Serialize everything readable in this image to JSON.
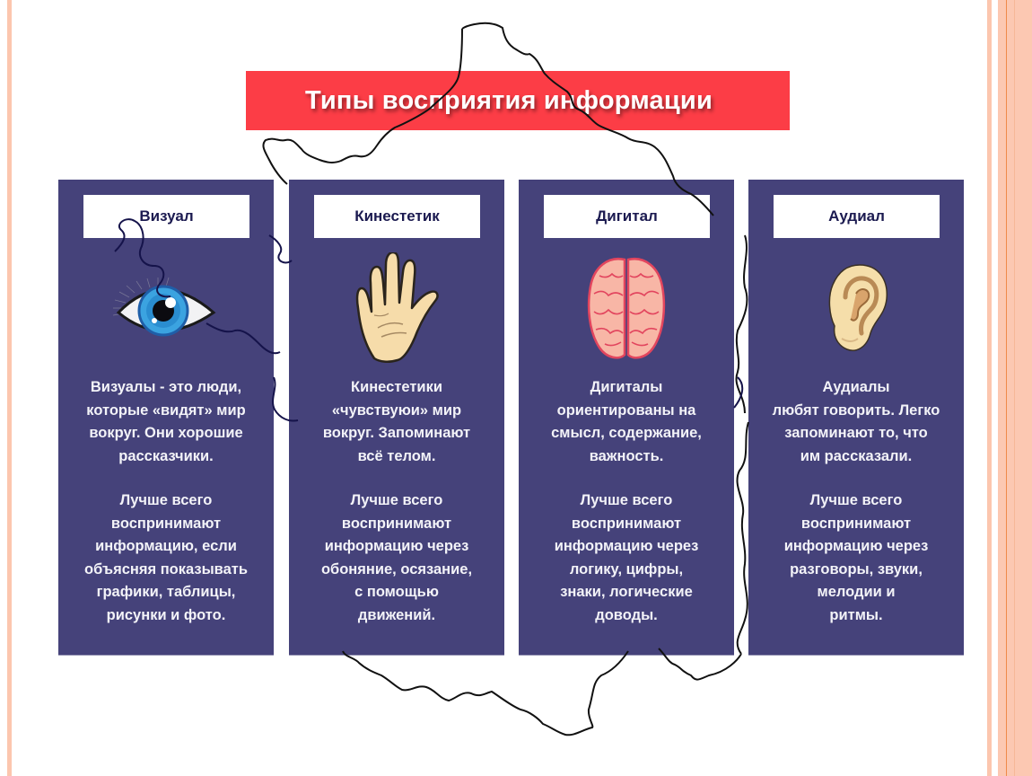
{
  "title": "Типы восприятия информации",
  "colors": {
    "banner": "#fc3d46",
    "card_background": "#45427a",
    "card_header_text": "#1b1a50",
    "decor_stripe": "#fcc6ae"
  },
  "cards": [
    {
      "header": "Визуал",
      "icon": "eye-icon",
      "description_lines": [
        "Визуалы - это люди,",
        "которые «видят» мир",
        "вокруг. Они хорошие",
        "рассказчики."
      ],
      "perception_lines": [
        "Лучше всего",
        "воспринимают",
        "информацию, если",
        "объясняя показывать",
        "графики, таблицы,",
        "рисунки и фото."
      ]
    },
    {
      "header": "Кинестетик",
      "icon": "hand-icon",
      "description_lines": [
        "Кинестетики",
        "«чувствуюи» мир",
        "вокруг. Запоминают",
        "всё телом."
      ],
      "perception_lines": [
        "Лучше всего",
        "воспринимают",
        "информацию через",
        "обоняние, осязание,",
        "с помощью",
        "движений."
      ]
    },
    {
      "header": "Дигитал",
      "icon": "brain-icon",
      "description_lines": [
        "Дигиталы",
        "ориентированы на",
        "смысл, содержание,",
        "важность."
      ],
      "perception_lines": [
        "Лучше всего",
        "воспринимают",
        "информацию через",
        "логику, цифры,",
        "знаки, логические",
        "доводы."
      ]
    },
    {
      "header": "Аудиал",
      "icon": "ear-icon",
      "description_lines": [
        "Аудиалы",
        "любят говорить. Легко",
        "запоминают то, что",
        "им рассказали."
      ],
      "perception_lines": [
        "Лучше всего",
        "воспринимают",
        "информацию через",
        "разговоры, звуки,",
        "мелодии и",
        "ритмы."
      ]
    }
  ]
}
